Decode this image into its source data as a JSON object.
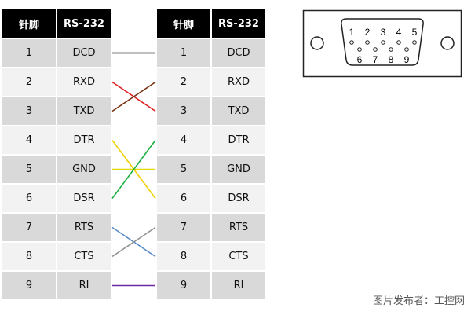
{
  "tables": {
    "headers": [
      "针脚",
      "RS-232"
    ],
    "rows": [
      {
        "pin": "1",
        "signal": "DCD"
      },
      {
        "pin": "2",
        "signal": "RXD"
      },
      {
        "pin": "3",
        "signal": "TXD"
      },
      {
        "pin": "4",
        "signal": "DTR"
      },
      {
        "pin": "5",
        "signal": "GND"
      },
      {
        "pin": "6",
        "signal": "DSR"
      },
      {
        "pin": "7",
        "signal": "RTS"
      },
      {
        "pin": "8",
        "signal": "CTS"
      },
      {
        "pin": "9",
        "signal": "RI"
      }
    ]
  },
  "wires": [
    {
      "from": 1,
      "to": 1,
      "color": "#000000"
    },
    {
      "from": 2,
      "to": 3,
      "color": "#e02020"
    },
    {
      "from": 3,
      "to": 2,
      "color": "#7a3010"
    },
    {
      "from": 4,
      "to": 6,
      "color": "#f0d000"
    },
    {
      "from": 5,
      "to": 5,
      "color": "#e0d800"
    },
    {
      "from": 6,
      "to": 4,
      "color": "#20b040"
    },
    {
      "from": 7,
      "to": 8,
      "color": "#5a8ac8"
    },
    {
      "from": 8,
      "to": 7,
      "color": "#909090"
    },
    {
      "from": 9,
      "to": 9,
      "color": "#6a2aa8"
    }
  ],
  "connector": {
    "top_row": [
      "1",
      "2",
      "3",
      "4",
      "5"
    ],
    "bottom_row": [
      "6",
      "7",
      "8",
      "9"
    ]
  },
  "caption": "图片发布者：工控网"
}
